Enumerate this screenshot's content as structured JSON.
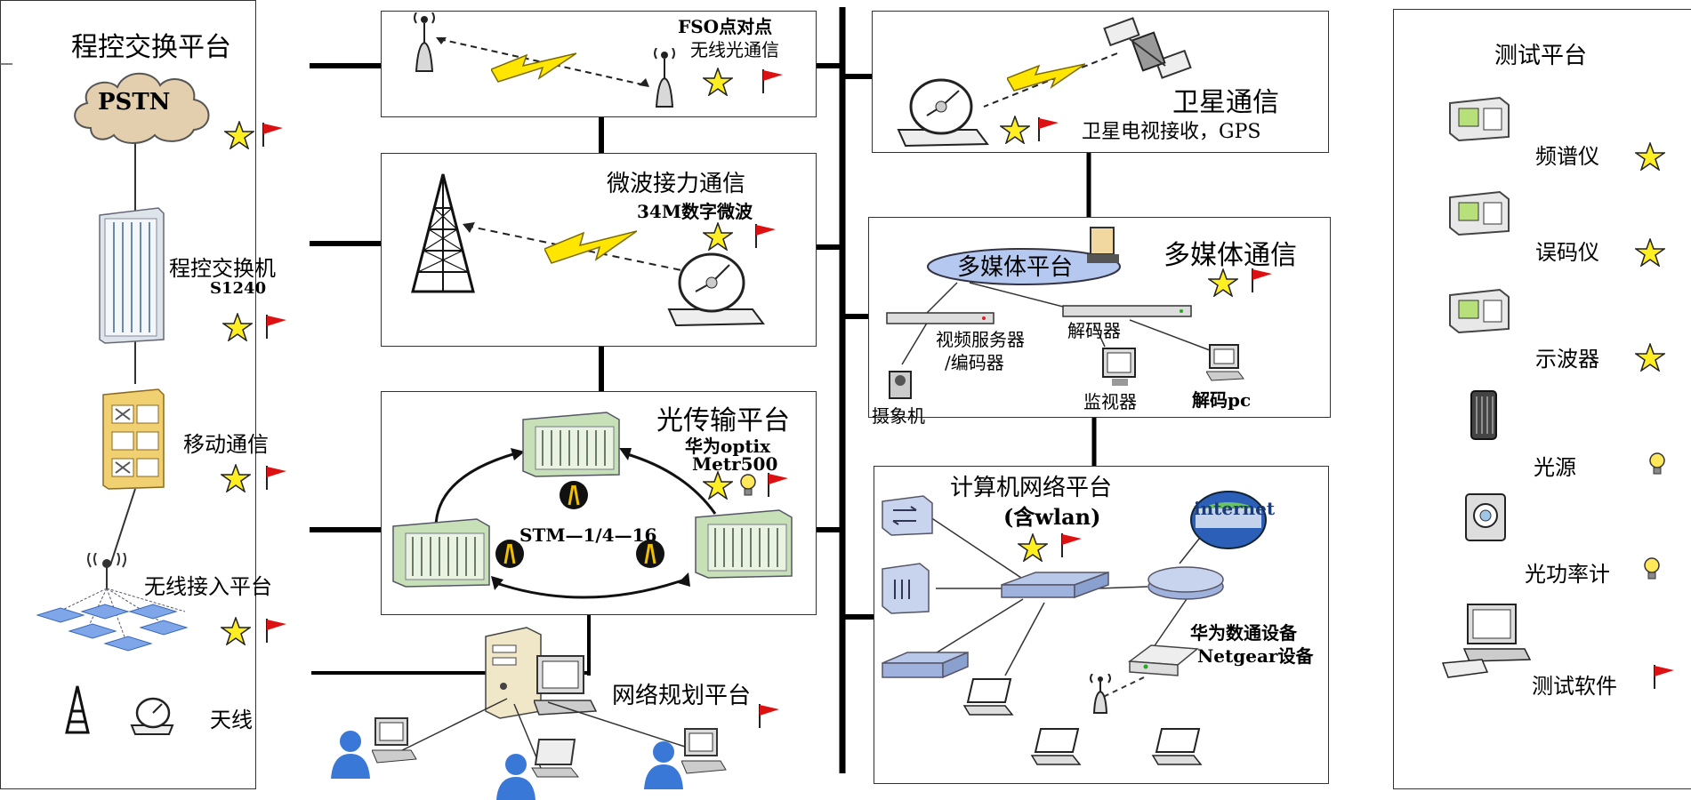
{
  "colors": {
    "star": "#ffee22",
    "flag": "#dd1111",
    "bolt": "#ffe600",
    "disc": "#b4c8f0",
    "cloud": "#e3cfae",
    "rack": "#dde5ea",
    "cabinet": "#f0d070",
    "device": "#c8c8c8",
    "switch": "#b8c8e8",
    "globe": "#2b5fb8",
    "person": "#3a78d8",
    "line": "#000000"
  },
  "pbx": {
    "title": "程控交换平台",
    "pstn": "PSTN",
    "switch_label": "程控交换机",
    "switch_model": "S1240",
    "mobile": "移动通信",
    "wireless": "无线接入平台",
    "antenna": "天线"
  },
  "fso": {
    "title": "FSO点对点",
    "subtitle": "无线光通信"
  },
  "microwave": {
    "title": "微波接力通信",
    "subtitle": "34M数字微波"
  },
  "optical": {
    "title": "光传输平台",
    "vendor": "华为optix",
    "model": "Metr500",
    "ring": "STM—1/4—16"
  },
  "planning": {
    "title": "网络规划平台"
  },
  "satellite": {
    "title": "卫星通信",
    "subtitle": "卫星电视接收，GPS"
  },
  "multimedia": {
    "title": "多媒体通信",
    "platform": "多媒体平台",
    "server": "视频服务器",
    "encoder": "/编码器",
    "decoder": "解码器",
    "camera": "摄象机",
    "monitor": "监视器",
    "decoder_pc": "解码pc"
  },
  "network": {
    "title": "计算机网络平台",
    "subtitle": "(含wlan)",
    "internet": "internet",
    "vendor": "华为数通设备",
    "netgear": "Netgear设备"
  },
  "test": {
    "title": "测试平台",
    "items": [
      "频谱仪",
      "误码仪",
      "示波器",
      "光源",
      "光功率计",
      "测试软件"
    ]
  },
  "icons": {
    "star": "star-icon",
    "flag": "flag-icon",
    "bulb": "bulb-icon",
    "bolt": "lightning-bolt-icon",
    "cloud": "cloud-icon"
  }
}
